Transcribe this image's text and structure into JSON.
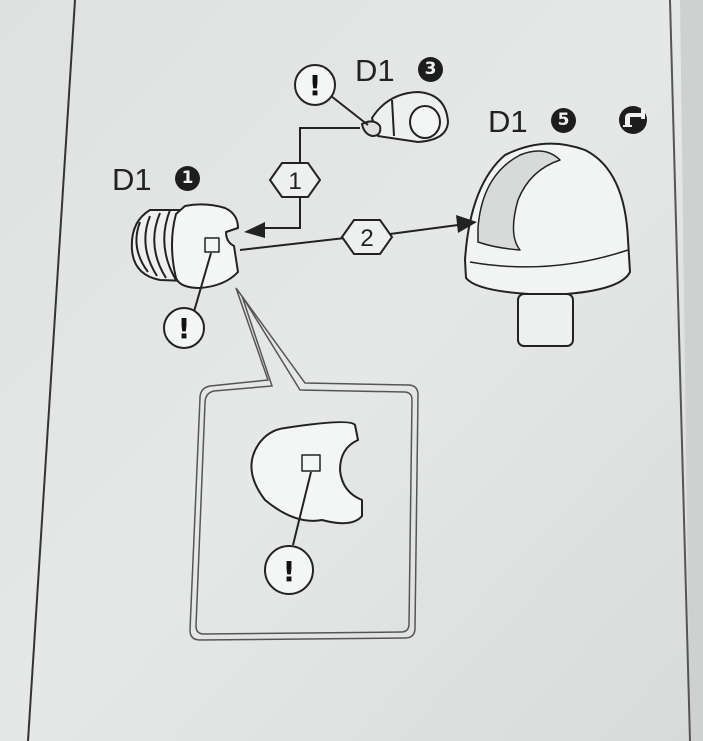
{
  "labels": {
    "part_a": {
      "text": "D1",
      "number": "1"
    },
    "part_b": {
      "text": "D1",
      "number": "3"
    },
    "part_c": {
      "text": "D1",
      "number": "5"
    }
  },
  "steps": [
    "1",
    "2"
  ],
  "warning_symbol": "!",
  "icons": [
    "exclamation-warning-icon",
    "faucet-icon"
  ],
  "colors": {
    "paper": "#e3e5e5",
    "ink": "#222222",
    "shadow": "#c9cbcb"
  }
}
